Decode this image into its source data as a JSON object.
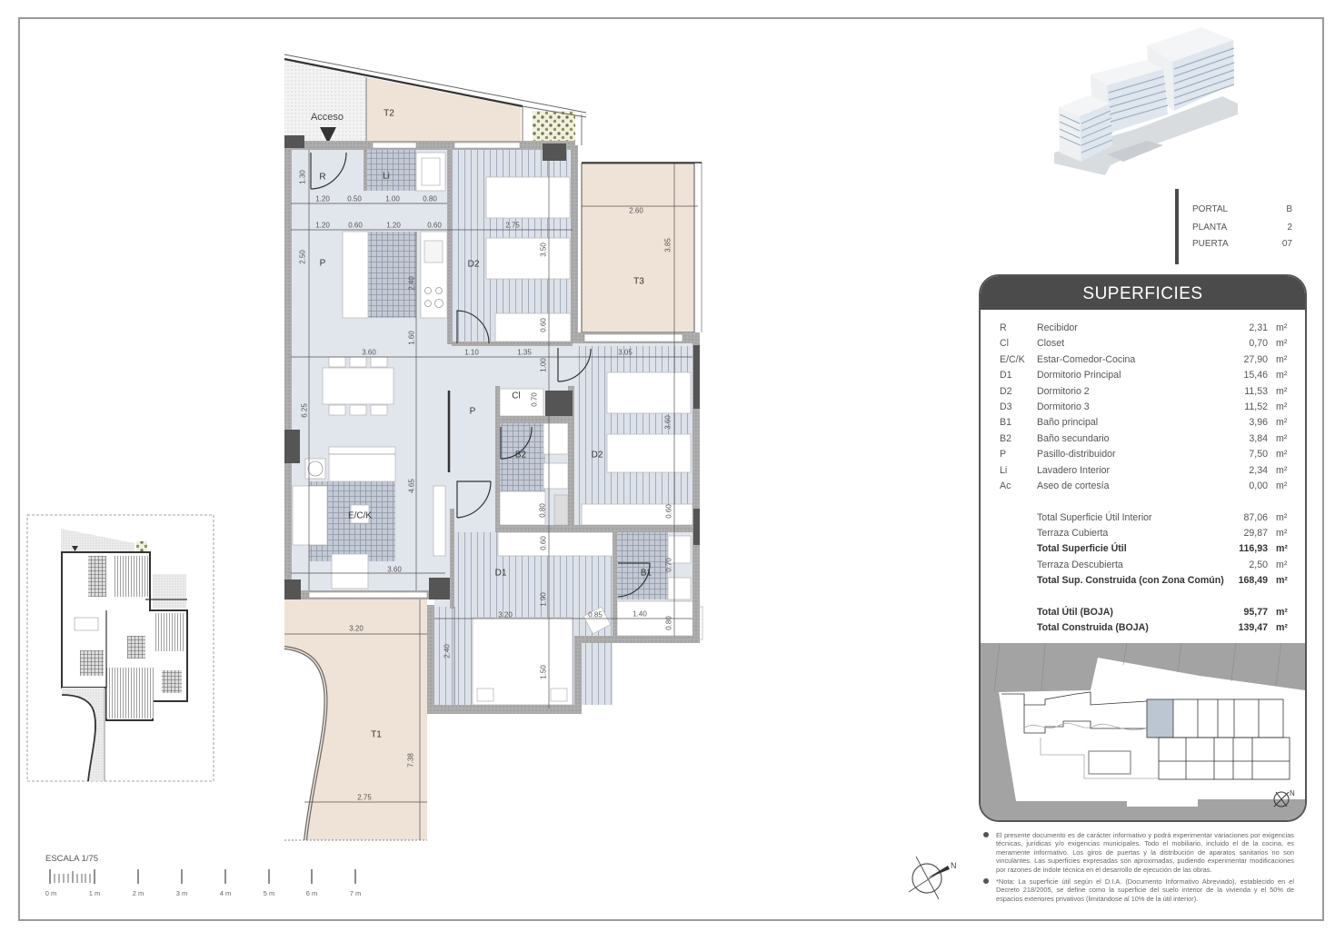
{
  "plan": {
    "access": "Acceso",
    "rooms": {
      "t2": "T2",
      "r": "R",
      "li": "Li",
      "p_top": "P",
      "d2_top": "D2",
      "t3": "T3",
      "cl": "Cl",
      "p_mid": "P",
      "b2": "B2",
      "d2_right": "D2",
      "eck": "E/C/K",
      "d1": "D1",
      "b1": "B1",
      "t1": "T1"
    },
    "dims": [
      "1.30",
      "1.20",
      "0.50",
      "1.00",
      "0.80",
      "1.20",
      "0.60",
      "1.20",
      "0.60",
      "2.75",
      "2.50",
      "3.50",
      "2.40",
      "0.60",
      "1.60",
      "3.60",
      "1.10",
      "1.35",
      "1.00",
      "2.60",
      "3.85",
      "3.05",
      "3.60",
      "0.60",
      "6.25",
      "0.70",
      "4.65",
      "0.80",
      "0.60",
      "3.60",
      "1.90",
      "0.70",
      "3.20",
      "0.85",
      "1.40",
      "0.80",
      "2.40",
      "1.50",
      "3.20",
      "7.38",
      "2.75"
    ]
  },
  "scale": {
    "title": "ESCALA 1/75",
    "labels": [
      "0 m",
      "1 m",
      "2 m",
      "3 m",
      "4 m",
      "5 m",
      "6 m",
      "7 m"
    ]
  },
  "compass": {
    "north": "N"
  },
  "info": {
    "portal_label": "PORTAL",
    "portal": "B",
    "planta_label": "PLANTA",
    "planta": "2",
    "puerta_label": "PUERTA",
    "puerta": "07"
  },
  "superficies": {
    "title": "SUPERFICIES",
    "rows": [
      {
        "code": "R",
        "name": "Recibidor",
        "value": "2,31",
        "unit": "m²"
      },
      {
        "code": "Cl",
        "name": "Closet",
        "value": "0,70",
        "unit": "m²"
      },
      {
        "code": "E/C/K",
        "name": "Estar-Comedor-Cocina",
        "value": "27,90",
        "unit": "m²"
      },
      {
        "code": "D1",
        "name": "Dormitorio Principal",
        "value": "15,46",
        "unit": "m²"
      },
      {
        "code": "D2",
        "name": "Dormitorio 2",
        "value": "11,53",
        "unit": "m²"
      },
      {
        "code": "D3",
        "name": "Dormitorio 3",
        "value": "11,52",
        "unit": "m²"
      },
      {
        "code": "B1",
        "name": "Baño principal",
        "value": "3,96",
        "unit": "m²"
      },
      {
        "code": "B2",
        "name": "Baño secundario",
        "value": "3,84",
        "unit": "m²"
      },
      {
        "code": "P",
        "name": "Pasillo-distribuidor",
        "value": "7,50",
        "unit": "m²"
      },
      {
        "code": "Li",
        "name": "Lavadero Interior",
        "value": "2,34",
        "unit": "m²"
      },
      {
        "code": "Ac",
        "name": "Aseo de cortesía",
        "value": "0,00",
        "unit": "m²"
      }
    ],
    "totals": [
      {
        "name": "Total Superficie Útil Interior",
        "value": "87,06",
        "unit": "m²"
      },
      {
        "name": "Terraza Cubierta",
        "value": "29,87",
        "unit": "m²"
      },
      {
        "name": "Total Superficie Útil",
        "value": "116,93",
        "unit": "m²"
      },
      {
        "name": "Terraza Descubierta",
        "value": "2,50",
        "unit": "m²"
      },
      {
        "name": "Total Sup. Construida (con Zona Común)",
        "value": "168,49",
        "unit": "m²"
      },
      {
        "name": "Total Útil (BOJA)",
        "value": "95,77",
        "unit": "m²"
      },
      {
        "name": "Total Construida (BOJA)",
        "value": "139,47",
        "unit": "m²"
      }
    ],
    "site_north": "N"
  },
  "notes": [
    "El presente documento es de carácter informativo y podrá experimentar variaciones por exigencias técnicas, jurídicas y/o exigencias municipales. Todo el mobiliario, incluido el de la cocina, es meramente informativo. Los giros de puertas y la distribución de aparatos sanitarios no son vinculantes. Las superficies expresadas son aproximadas, pudiendo experimentar modificaciones por razones de índole técnica en el desarrollo de ejecución de las obras.",
    "*Nota: La superficie útil según el D.I.A. (Documento Informativo Abreviado), establecido en el Decreto 218/2005, se define como la superficie del suelo interior de la vivienda y el 50% de espacios exteriores privativos (limitándose al 10% de la útil interior)."
  ]
}
